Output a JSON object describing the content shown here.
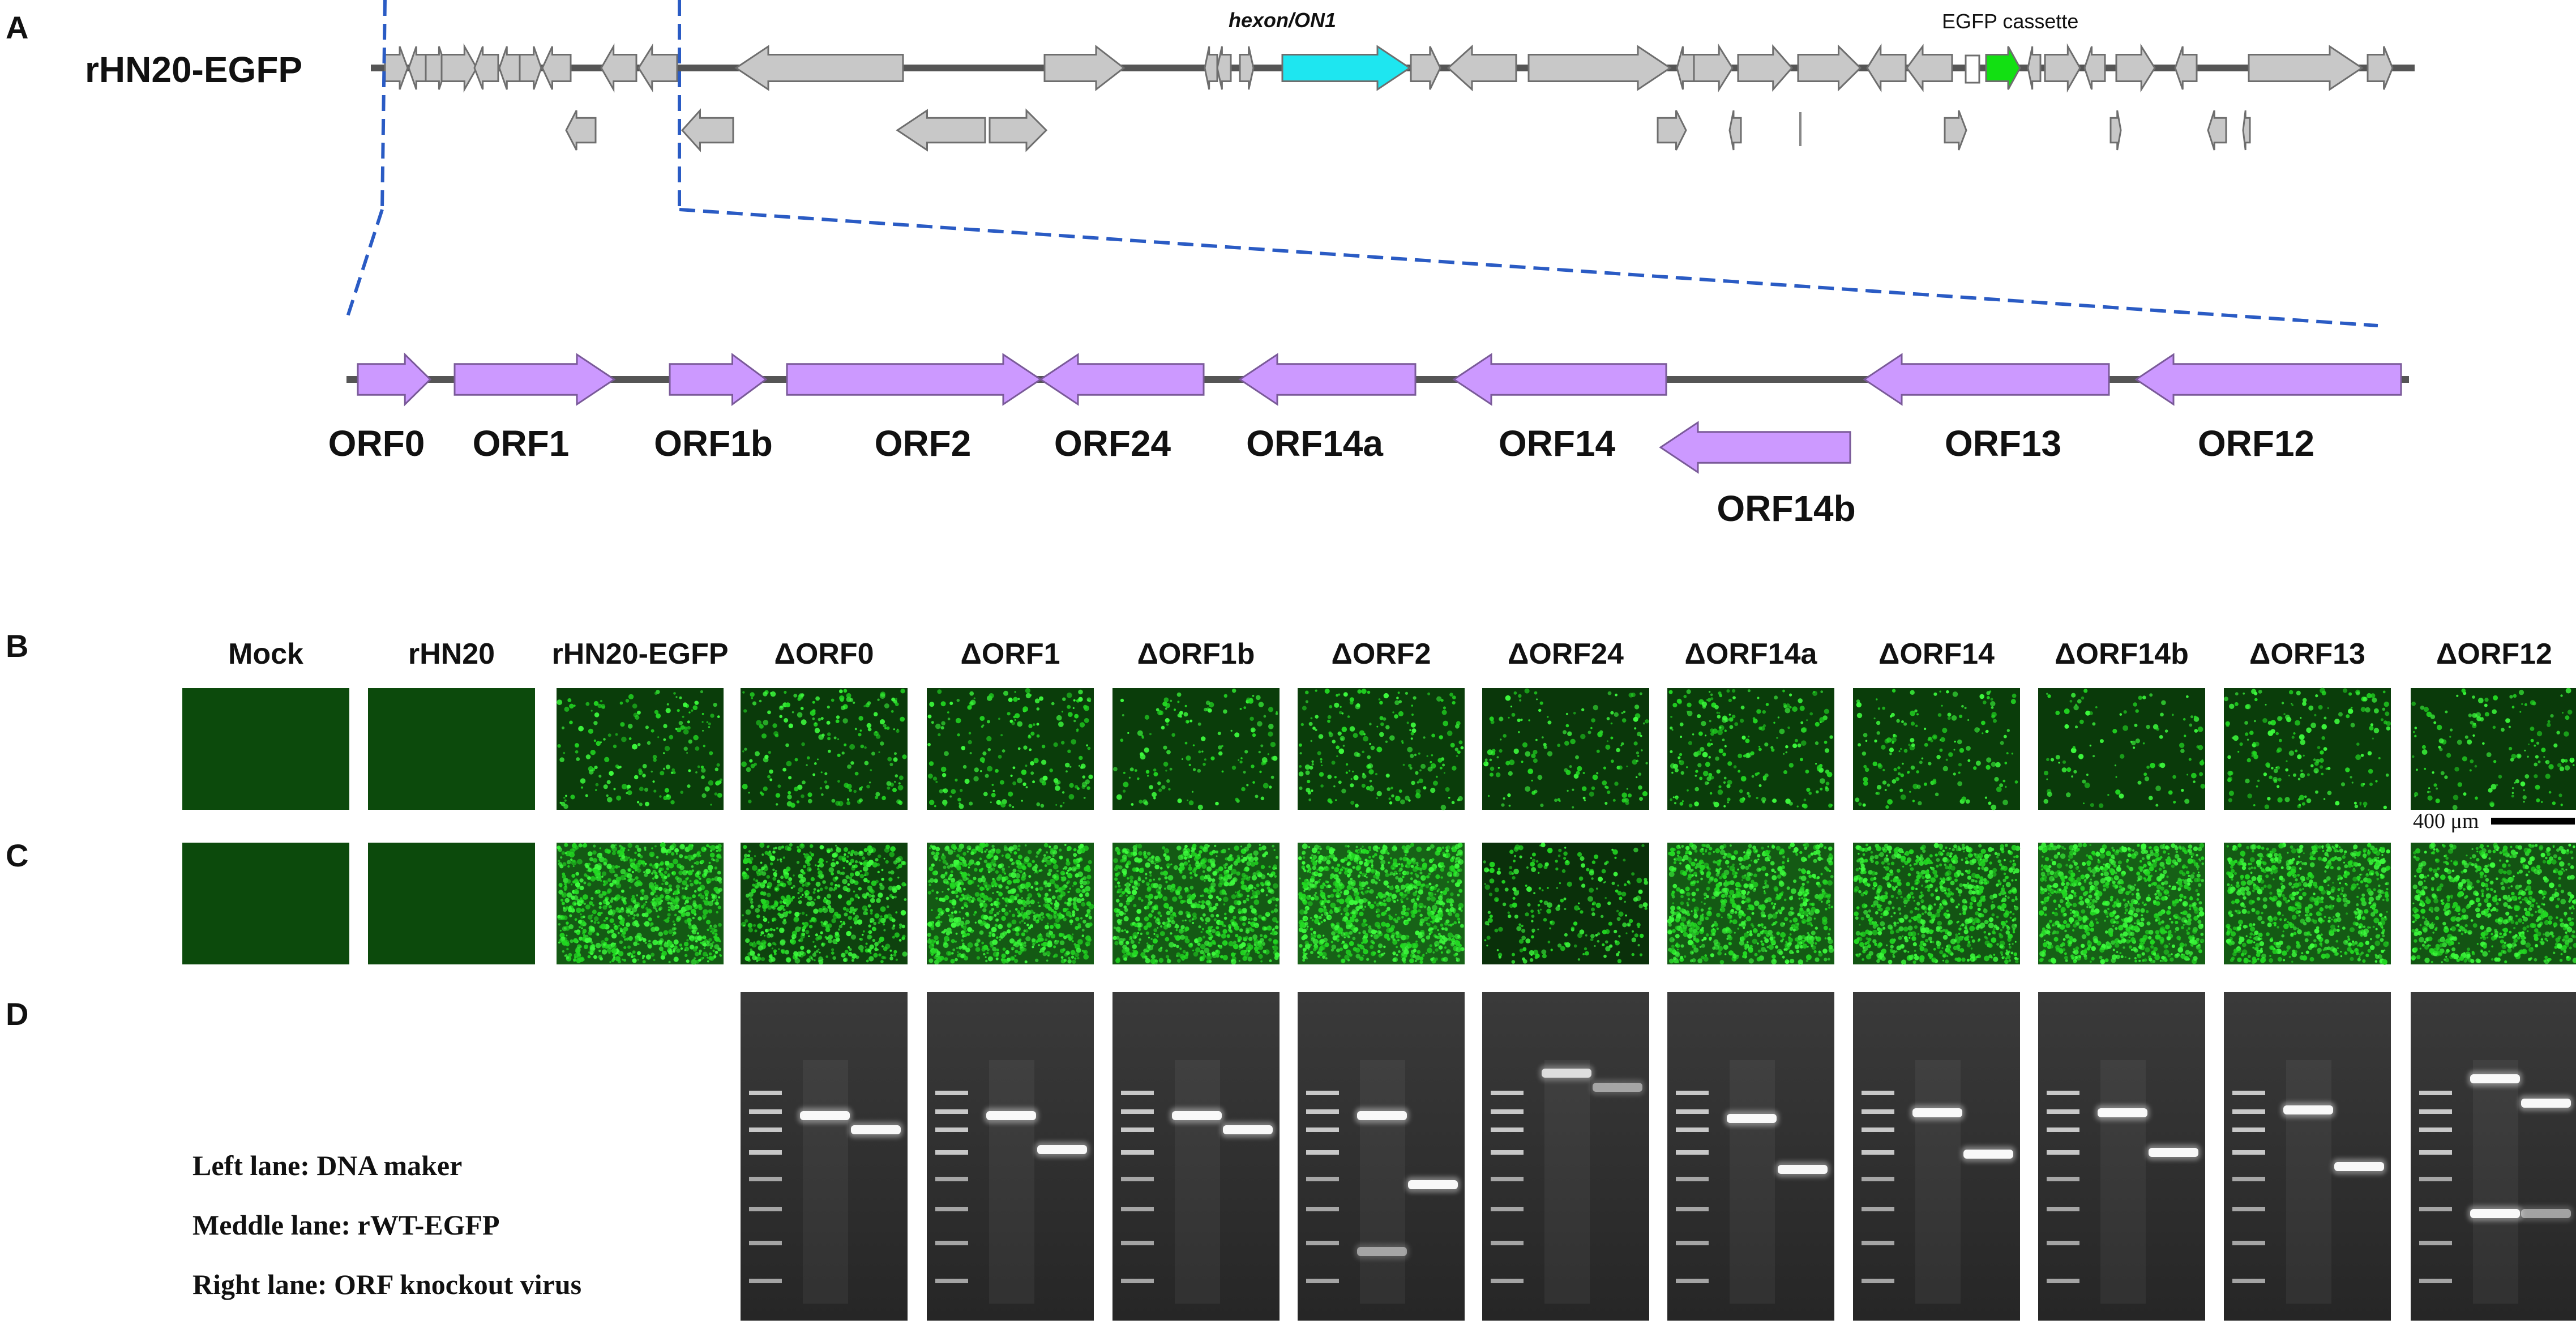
{
  "panels": {
    "a": "A",
    "b": "B",
    "c": "C",
    "d": "D"
  },
  "genome": {
    "title": "rHN20-EGFP",
    "hexon_label": "hexon/ON1",
    "egfp_label": "EGFP  cassette",
    "colors": {
      "gene": "#c8c8c8",
      "gene_stroke": "#6e6e6e",
      "hexon": "#1ee6f0",
      "egfp": "#12e012",
      "backbone": "#555555",
      "zoom_line": "#2a5bc4"
    }
  },
  "orf_map": {
    "color": "#cc99ff",
    "stroke": "#7a5a99",
    "labels": [
      "ORF0",
      "ORF1",
      "ORF1b",
      "ORF2",
      "ORF24",
      "ORF14a",
      "ORF14",
      "ORF14b",
      "ORF13",
      "ORF12"
    ]
  },
  "columns": [
    "Mock",
    "rHN20",
    "rHN20-EGFP",
    "ΔORF0",
    "ΔORF1",
    "ΔORF1b",
    "ΔORF2",
    "ΔORF24",
    "ΔORF14a",
    "ΔORF14",
    "ΔORF14b",
    "ΔORF13",
    "ΔORF12"
  ],
  "scale_bar": "400 μm",
  "legend": {
    "left": "Left lane:  DNA maker",
    "middle": "Meddle lane:  rWT-EGFP",
    "right": "Right lane:  ORF knockout   virus"
  }
}
